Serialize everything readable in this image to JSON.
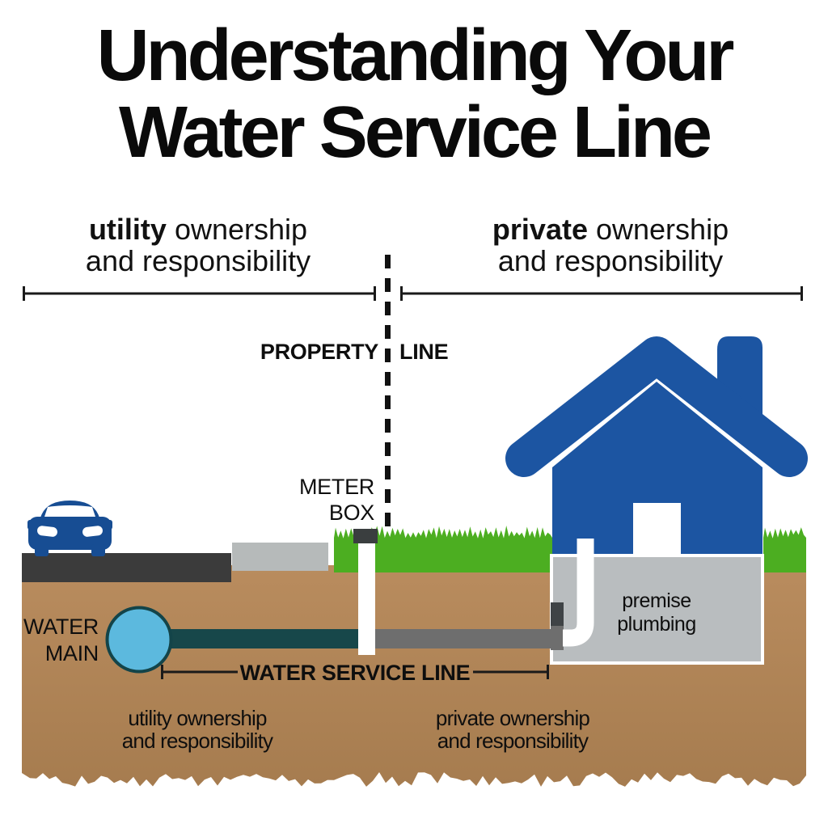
{
  "title": {
    "line1": "Understanding Your",
    "line2": "Water Service Line"
  },
  "ownership_top": {
    "utility": {
      "bold": "utility",
      "rest": "ownership",
      "line2": "and responsibility"
    },
    "private": {
      "bold": "private",
      "rest": "ownership",
      "line2": "and responsibility"
    }
  },
  "labels": {
    "property_line_left": "PROPERTY",
    "property_line_right": "LINE",
    "meter_box_line1": "METER",
    "meter_box_line2": "BOX",
    "water_main_line1": "WATER",
    "water_main_line2": "MAIN",
    "water_service_line": "WATER SERVICE LINE",
    "utility_bottom_line1": "utility ownership",
    "utility_bottom_line2": "and responsibility",
    "private_bottom_line1": "private ownership",
    "private_bottom_line2": "and responsibility",
    "premise_line1": "premise",
    "premise_line2": "plumbing"
  },
  "icons": {
    "house-icon": "blue gable house with chimney and white door",
    "car-icon": "blue car front view on street",
    "water-main-icon": "light blue circle (pipe cross-section)",
    "meter-box-icon": "white riser pipe with dark cap",
    "property-line-icon": "black dashed vertical line",
    "extent-bracket-icon": "horizontal line with end ticks"
  },
  "colors": {
    "house_blue": "#1c55a2",
    "car_blue": "#174d93",
    "grass_green": "#4cae21",
    "soil_light": "#b98c5e",
    "soil_dark": "#a67c4f",
    "road_dark": "#3b3b3b",
    "sidewalk_gray": "#b6baba",
    "pipe_teal": "#17474a",
    "pipe_gray": "#6e6e6e",
    "water_main_blue": "#5cb9de",
    "water_main_border": "#134449",
    "plumbing_box_gray": "#b9bdbf",
    "meter_cap_dark": "#3a3e3f",
    "connector_dark": "#3f4346",
    "text_black": "#0a0a0a"
  }
}
